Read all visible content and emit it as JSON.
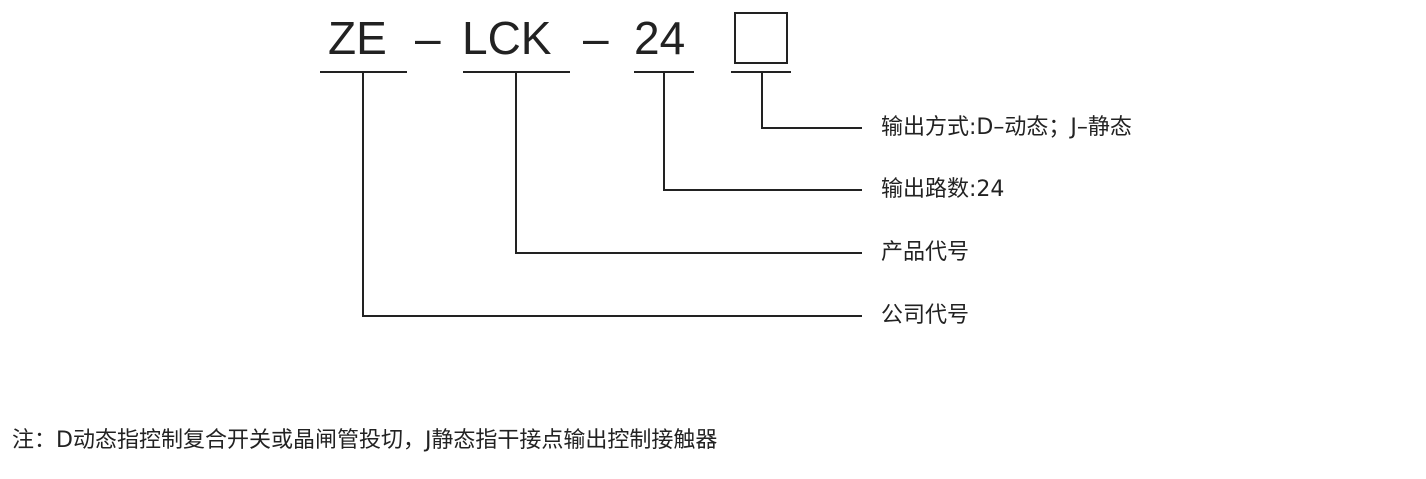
{
  "model_code": {
    "segment_company": "ZE",
    "dash_1": "–",
    "segment_product": "LCK",
    "dash_2": "–",
    "segment_channels": "24",
    "segment_output_mode": ""
  },
  "labels": {
    "output_mode": "输出方式:D–动态；J–静态",
    "output_channels": "输出路数:24",
    "product_code": "产品代号",
    "company_code": "公司代号"
  },
  "note": "注：D动态指控制复合开关或晶闸管投切，J静态指干接点输出控制接触器",
  "colors": {
    "line": "#222222",
    "text": "#222222"
  }
}
